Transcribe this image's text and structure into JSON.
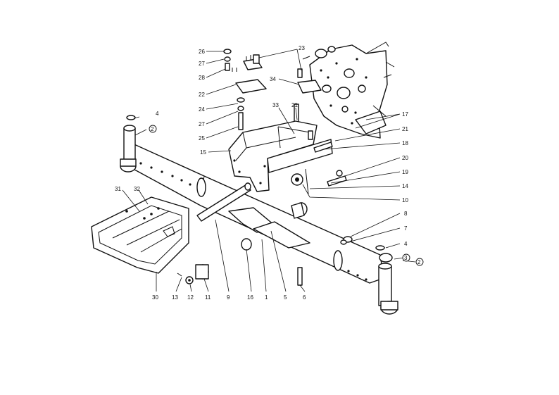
{
  "callouts": [
    {
      "id": "c26",
      "text": "26"
    },
    {
      "id": "c27a",
      "text": "27"
    },
    {
      "id": "c28",
      "text": "28"
    },
    {
      "id": "c22",
      "text": "22"
    },
    {
      "id": "c24",
      "text": "24"
    },
    {
      "id": "c27b",
      "text": "27"
    },
    {
      "id": "c25",
      "text": "25"
    },
    {
      "id": "c23",
      "text": "23"
    },
    {
      "id": "c34",
      "text": "34"
    },
    {
      "id": "c33",
      "text": "33"
    },
    {
      "id": "c21a",
      "text": "21"
    },
    {
      "id": "c17",
      "text": "17"
    },
    {
      "id": "c21b",
      "text": "21"
    },
    {
      "id": "c18",
      "text": "18"
    },
    {
      "id": "c20",
      "text": "20"
    },
    {
      "id": "c19",
      "text": "19"
    },
    {
      "id": "c14",
      "text": "14"
    },
    {
      "id": "c10",
      "text": "10"
    },
    {
      "id": "c15",
      "text": "15"
    },
    {
      "id": "c4a",
      "text": "4"
    },
    {
      "id": "c2a",
      "text": "2"
    },
    {
      "id": "c31",
      "text": "31"
    },
    {
      "id": "c32",
      "text": "32"
    },
    {
      "id": "c8",
      "text": "8"
    },
    {
      "id": "c7",
      "text": "7"
    },
    {
      "id": "c4b",
      "text": "4"
    },
    {
      "id": "c3",
      "text": "3"
    },
    {
      "id": "c2b",
      "text": "2"
    },
    {
      "id": "c30",
      "text": "30"
    },
    {
      "id": "c13",
      "text": "13"
    },
    {
      "id": "c12",
      "text": "12"
    },
    {
      "id": "c11",
      "text": "11"
    },
    {
      "id": "c9",
      "text": "9"
    },
    {
      "id": "c16",
      "text": "16"
    },
    {
      "id": "c1",
      "text": "1"
    },
    {
      "id": "c5",
      "text": "5"
    },
    {
      "id": "c6",
      "text": "6"
    }
  ]
}
